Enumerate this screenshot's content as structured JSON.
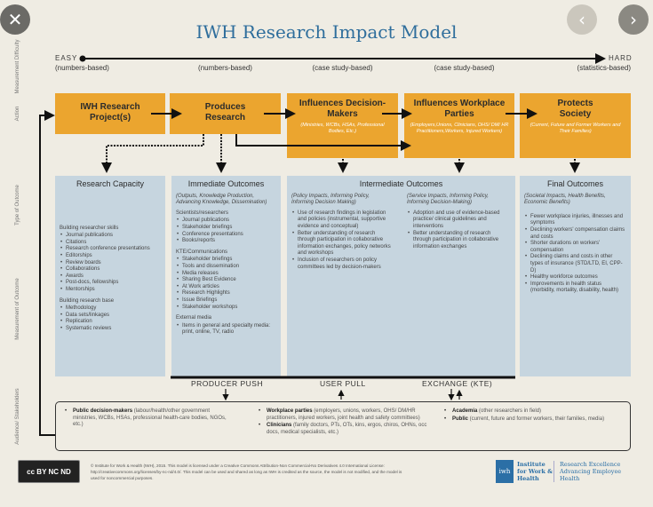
{
  "viewer": {
    "close_icon": "close-icon",
    "prev_icon": "chevron-left-icon",
    "next_icon": "chevron-right-icon"
  },
  "title": "IWH Research Impact Model",
  "side_labels": [
    "Measurement Difficulty",
    "Action",
    "Type of Outcome",
    "Measurement of Outcome",
    "Audience/ Stakeholders"
  ],
  "scale": {
    "easy": "EASY",
    "hard": "HARD",
    "subs": [
      "(numbers-based)",
      "(numbers-based)",
      "(case study-based)",
      "(case study-based)",
      "(statistics-based)"
    ]
  },
  "actions": [
    {
      "title": "IWH Research Project(s)",
      "sub": ""
    },
    {
      "title": "Produces Research",
      "sub": ""
    },
    {
      "title": "Influences Decision-Makers",
      "sub": "(Ministries, WCBs, HSAs, Professional Bodies, Etc.)"
    },
    {
      "title": "Influences Workplace Parties",
      "sub": "(Employers,Unions, Clinicians, OHS/ DM/ HR Practitioners,Workers, Injured Workers)"
    },
    {
      "title": "Protects Society",
      "sub": "(Current, Future and Former Workers and Their Families)"
    }
  ],
  "outcomes": {
    "capacity": {
      "title": "Research Capacity",
      "g1": "Building researcher skills",
      "l1": [
        "Journal publications",
        "Citations",
        "Research conference presentations",
        "Editorships",
        "Review boards",
        "Collaborations",
        "Awards",
        "Post-docs, fellowships",
        "Mentorships"
      ],
      "g2": "Building research base",
      "l2": [
        "Methodology",
        "Data sets/linkages",
        "Replication",
        "Systematic reviews"
      ]
    },
    "immediate": {
      "title": "Immediate Outcomes",
      "desc": "(Outputs, Knowledge Production, Advancing Knowledge, Dissemination)",
      "g1": "Scientists/researchers",
      "l1": [
        "Journal publications",
        "Stakeholder briefings",
        "Conference presentations",
        "Books/reports"
      ],
      "g2": "KTE/Communications",
      "l2": [
        "Stakeholder briefings",
        "Tools and dissemination",
        "Media releases",
        "Sharing Best Evidence",
        "At Work articles",
        "Research Highlights",
        "Issue Briefings",
        "Stakeholder workshops"
      ],
      "g3": "External media",
      "l3": [
        "Items in general and specialty media: print, online, TV, radio"
      ]
    },
    "intermediate": {
      "title": "Intermediate Outcomes",
      "desc1": "(Policy Impacts, Informing Policy, Informing Decision Making)",
      "l1": [
        "Use of research findings in legislation and policies (instrumental, supportive evidence and conceptual)",
        "Better understanding of research through participation in collaborative information exchanges, policy networks and workshops",
        "Inclusion of researchers on policy committees led by decision-makers"
      ],
      "desc2": "(Service Impacts, Informing Policy, Informing Decision-Making)",
      "l2": [
        "Adoption and use of evidence-based practice/ clinical guidelines and interventions",
        "Better understanding of research through participation in collaborative information exchanges"
      ]
    },
    "final": {
      "title": "Final Outcomes",
      "desc": "(Societal Impacts, Health Benefits, Economic Benefits)",
      "l1": [
        "Fewer workplace injuries, illnesses and symptoms",
        "Declining workers' compensation claims and costs",
        "Shorter durations on workers' compensation",
        "Declining claims and costs in other types of insurance (STD/LTD, EI, CPP-D)",
        "Healthy workforce outcomes",
        "Improvements in health status (morbidity, mortality, disability, health)"
      ]
    }
  },
  "mechanisms": [
    "PRODUCER PUSH",
    "USER PULL",
    "EXCHANGE (KTE)"
  ],
  "audience": {
    "a1b": "Public decision-makers",
    "a1": " (labour/health/other government ministries, WCBs, HSAs, professional health-care bodies, NGOs, etc.)",
    "a2b": "Workplace parties",
    "a2": " (employers, unions, workers, OHS/ DM/HR practitioners, injured workers, joint health and safety committees)",
    "a3b": "Clinicians",
    "a3": " (family doctors, PTs, OTs, kins, ergos, chiros, OHNs, occ docs, medical specialists, etc.)",
    "a4b": "Academia",
    "a4": " (other researchers in field)",
    "a5b": "Public",
    "a5": " (current, future and former workers, their families, media)"
  },
  "footer": {
    "license": "© Institute for Work & Health (IWH), 2015. This model is licensed under a Creative Commons Attribution-Non Commercial-No Derivatives 4.0 International License: http://creativecommons.org/licenses/by-nc-nd/4.0/. This model can be used and shared as long as IWH is credited as the source, the model is not modified, and the model is used for noncommercial purposes.",
    "cc": "cc BY NC ND",
    "iwh_name": "Institute for Work & Health",
    "iwh_tag": "Research Excellence Advancing Employee Health",
    "iwh_mark": "iwh"
  }
}
